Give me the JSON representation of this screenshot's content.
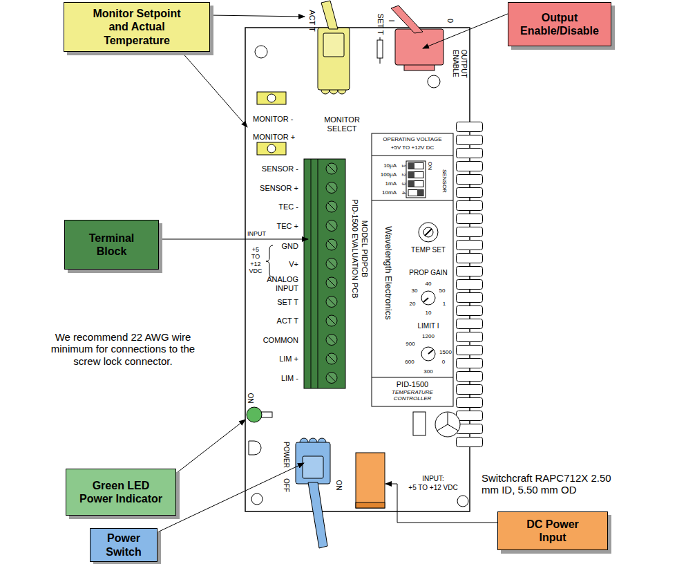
{
  "diagram": {
    "nodes": [
      {
        "text": [
          "Monitor Setpoint and Actual Temperature"
        ]
      },
      {
        "text": [
          "Output Enable/Disable"
        ]
      },
      {
        "text": [
          "Terminal Block"
        ]
      },
      {
        "text": [
          "Green LED Power Indicator"
        ]
      },
      {
        "text": [
          "Power Switch"
        ]
      },
      {
        "text": [
          "DC Power Input"
        ]
      }
    ],
    "labels": [
      "ACT T",
      "SET T",
      "I",
      "0",
      "OUTPUT ENABLE",
      "MONITOR -",
      "MONITOR +",
      "MONITOR SELECT",
      "OPERATING VOLTAGE",
      "+5V TO +12V DC",
      "10μA",
      "100μA",
      "1mA",
      "10mA",
      "1",
      "2",
      "3",
      "4",
      "ON",
      "SENSOR",
      "Wavelength Electronics",
      "TEMP SET",
      "PROP GAIN",
      "40",
      "30",
      "50",
      "20",
      "1",
      "10",
      "LIMIT I",
      "1200",
      "900",
      "1500",
      "600",
      "0",
      "300",
      "PID-1500",
      "TEMPERATURE CONTROLLER",
      "SENSOR -",
      "SENSOR +",
      "TEC -",
      "TEC +",
      "INPUT",
      "+5 TO +12 VDC",
      "GND",
      "V+",
      "ANALOG INPUT",
      "SET T",
      "ACT T",
      "COMMON",
      "LIM +",
      "LIM -",
      "MODEL PIDPCB",
      "PID-1500 EVALUATION PCB",
      "ON",
      "POWER",
      "OFF",
      "ON",
      "INPUT:",
      "+5 TO +12 VDC",
      "We recommend 22 AWG wire minimum for connections to the screw lock connector.",
      "Switchcraft RAPC712X 2.50 mm ID, 5.50 mm OD"
    ]
  }
}
